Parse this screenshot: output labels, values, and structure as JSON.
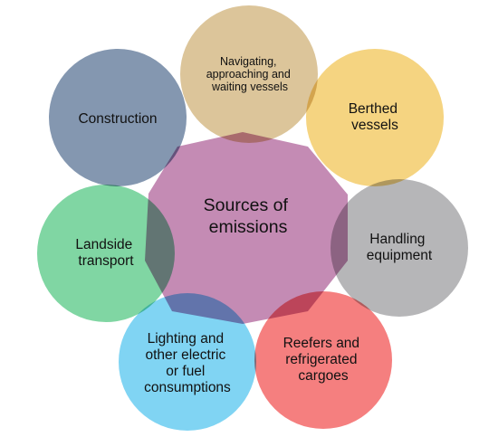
{
  "diagram": {
    "center": {
      "lines": [
        "Sources of",
        "emissions"
      ],
      "color": "#c48bb4"
    },
    "nodes": [
      {
        "id": "navigating",
        "lines": [
          "Navigating,",
          "approaching and",
          "waiting vessels"
        ],
        "color": "#dcc59a"
      },
      {
        "id": "berthed",
        "lines": [
          "Berthed",
          "vessels"
        ],
        "color": "#f5d481"
      },
      {
        "id": "handling",
        "lines": [
          "Handling",
          "equipment"
        ],
        "color": "#b6b6b8"
      },
      {
        "id": "reefers",
        "lines": [
          "Reefers and",
          "refrigerated",
          "cargoes"
        ],
        "color": "#f57f7f"
      },
      {
        "id": "lighting",
        "lines": [
          "Lighting and",
          "other electric",
          "or fuel",
          "consumptions"
        ],
        "color": "#80d4f3"
      },
      {
        "id": "landside",
        "lines": [
          "Landside",
          "transport"
        ],
        "color": "#80d6a3"
      },
      {
        "id": "construction",
        "lines": [
          "Construction"
        ],
        "color": "#8497b0"
      }
    ]
  }
}
